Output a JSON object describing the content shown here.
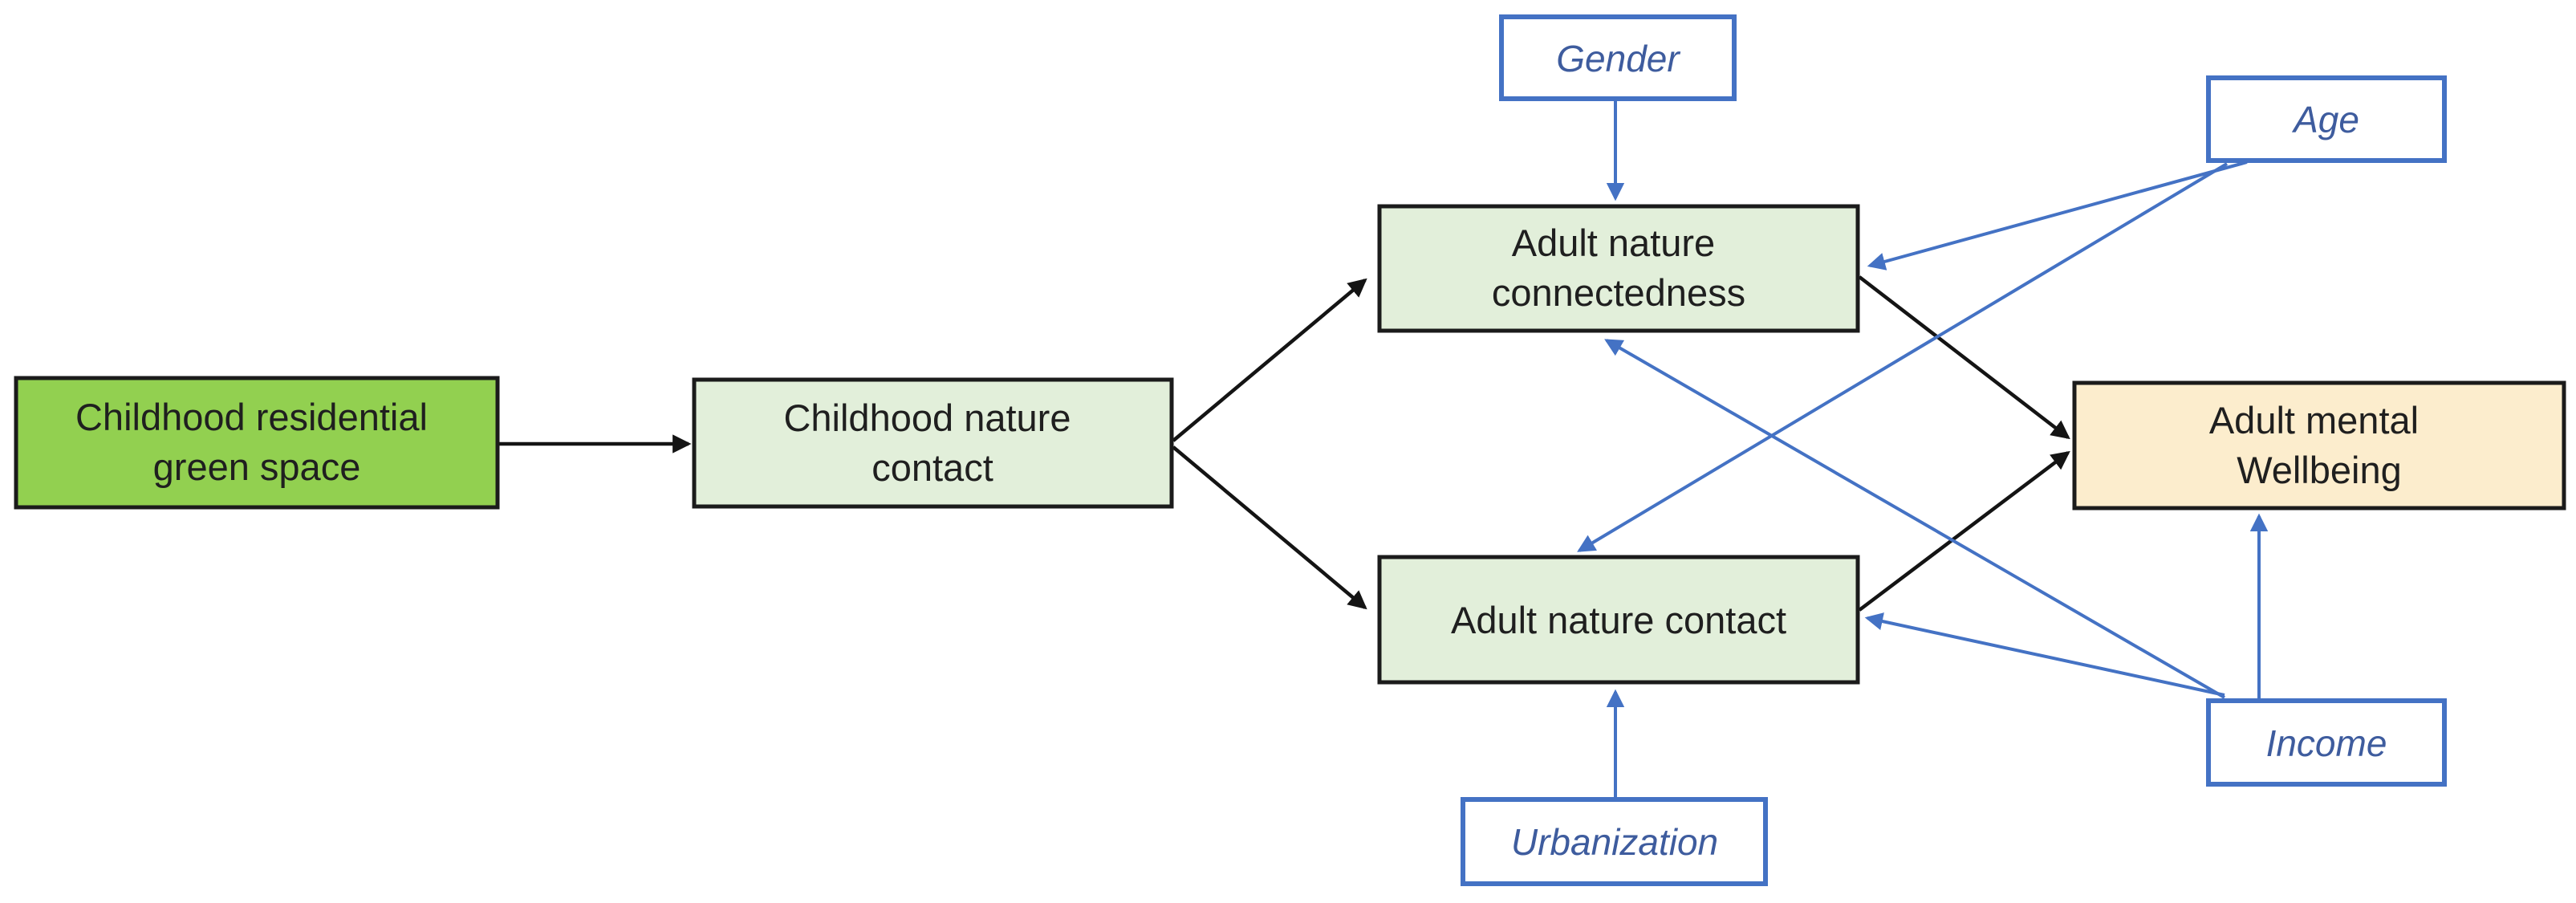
{
  "diagram": {
    "type": "path-model",
    "nodes": {
      "childhood_green_space": {
        "line1": "Childhood residential",
        "line2": "green space",
        "fill": "#92D050"
      },
      "childhood_nature_contact": {
        "line1": "Childhood nature",
        "line2": "contact",
        "fill": "#E2EFDA"
      },
      "adult_nature_connectedness": {
        "line1": "Adult nature",
        "line2": "connectedness",
        "fill": "#E2EFDA"
      },
      "adult_nature_contact": {
        "label": "Adult nature contact",
        "fill": "#E2EFDA"
      },
      "adult_mental_wellbeing": {
        "line1": "Adult mental",
        "line2": "Wellbeing",
        "fill": "#FCEDCD"
      }
    },
    "covariates": {
      "gender": {
        "label": "Gender"
      },
      "age": {
        "label": "Age"
      },
      "income": {
        "label": "Income"
      },
      "urbanization": {
        "label": "Urbanization"
      }
    },
    "edges": [
      {
        "from": "Childhood residential green space",
        "to": "Childhood nature contact",
        "color": "black"
      },
      {
        "from": "Childhood nature contact",
        "to": "Adult nature connectedness",
        "color": "black"
      },
      {
        "from": "Childhood nature contact",
        "to": "Adult nature contact",
        "color": "black"
      },
      {
        "from": "Adult nature connectedness",
        "to": "Adult mental Wellbeing",
        "color": "black"
      },
      {
        "from": "Adult nature contact",
        "to": "Adult mental Wellbeing",
        "color": "black"
      },
      {
        "from": "Gender",
        "to": "Adult nature connectedness",
        "color": "blue"
      },
      {
        "from": "Age",
        "to": "Adult nature connectedness",
        "color": "blue"
      },
      {
        "from": "Age",
        "to": "Adult nature contact",
        "color": "blue"
      },
      {
        "from": "Income",
        "to": "Adult nature connectedness",
        "color": "blue"
      },
      {
        "from": "Income",
        "to": "Adult nature contact",
        "color": "blue"
      },
      {
        "from": "Income",
        "to": "Adult mental Wellbeing",
        "color": "blue"
      },
      {
        "from": "Urbanization",
        "to": "Adult nature contact",
        "color": "blue"
      }
    ],
    "colors": {
      "green_fill": "#92D050",
      "light_green_fill": "#E2EFDA",
      "cream_fill": "#FCEDCD",
      "node_border": "#1b1b1b",
      "node_text": "#1f1f1f",
      "black_arrow": "#141414",
      "blue": "#4472C4",
      "blue_text": "#3E5C9E"
    }
  }
}
